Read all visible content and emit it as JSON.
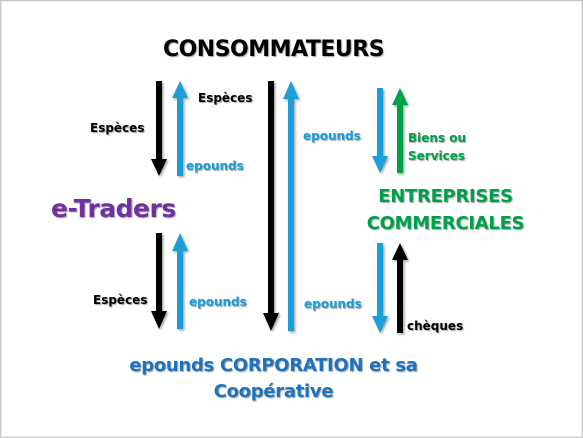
{
  "colors": {
    "black": "#000000",
    "blue": "#1a9ed8",
    "dark_blue": "#1e73be",
    "purple": "#7030a0",
    "green": "#00a04a"
  },
  "titles": {
    "consommateurs": "CONSOMMATEURS",
    "etraders": "e-Traders",
    "entreprises_line1": "ENTREPRISES",
    "entreprises_line2": "COMMERCIALES",
    "bottom_line1": "epounds CORPORATION et sa",
    "bottom_line2": "Coopérative"
  },
  "labels": {
    "especes_top_left": "Espèces",
    "especes_top_right": "Espèces",
    "epounds_top_left": "epounds",
    "epounds_top_middle": "epounds",
    "biens_line1": "Biens ou",
    "biens_line2": "Services",
    "especes_bottom_left": "Espèces",
    "epounds_bottom_left": "epounds",
    "epounds_bottom_middle": "epounds",
    "cheques": "chèques"
  }
}
